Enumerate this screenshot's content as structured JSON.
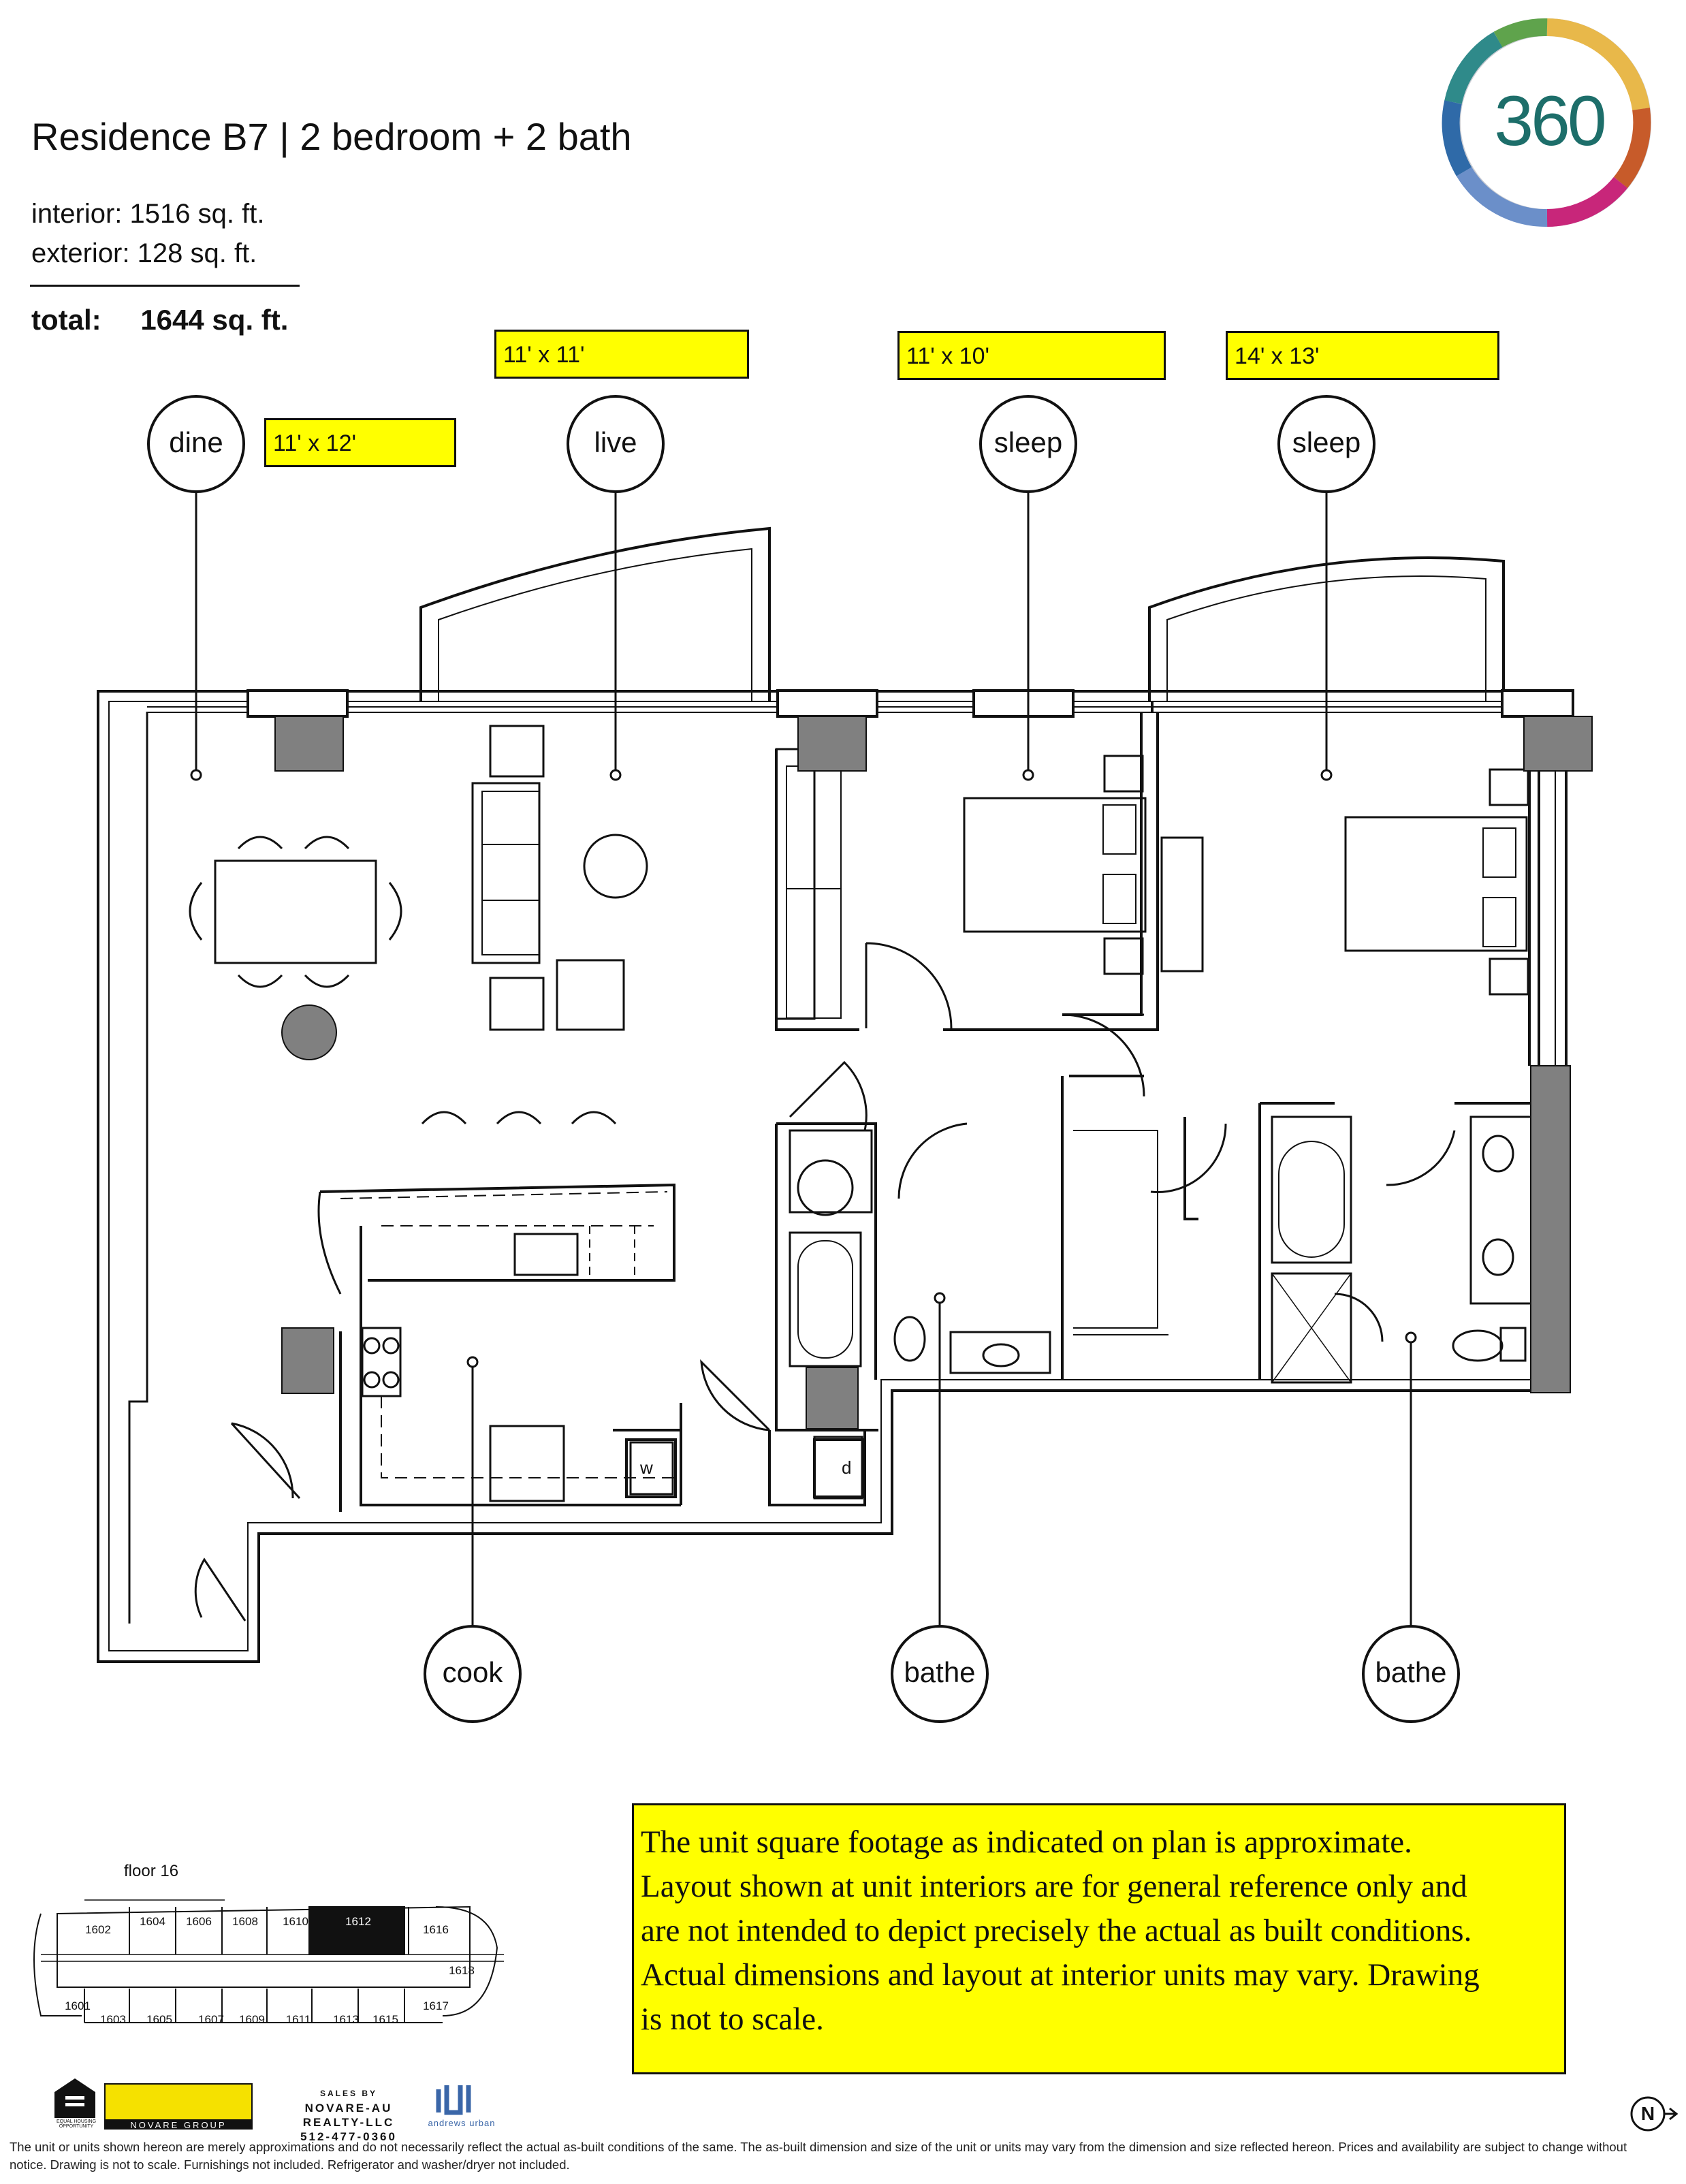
{
  "header": {
    "title": "Residence B7 | 2 bedroom + 2 bath",
    "interior_label": "interior:",
    "interior_value": "1516 sq. ft.",
    "exterior_label": "exterior:",
    "exterior_value": "128 sq. ft.",
    "total_label": "total:",
    "total_value": "1644 sq. ft."
  },
  "logo": {
    "text": "360"
  },
  "dimensions": {
    "dine": "11' x 12'",
    "live": "11' x 11'",
    "sleep_1": "11' x 10'",
    "sleep_2": "14' x 13'"
  },
  "rooms": {
    "dine": "dine",
    "live": "live",
    "sleep_1": "sleep",
    "sleep_2": "sleep",
    "cook": "cook",
    "bathe_1": "bathe",
    "bathe_2": "bathe"
  },
  "fixtures": {
    "washer": "w",
    "dryer": "d"
  },
  "keyplan": {
    "floor_label": "floor 16",
    "units": [
      "1602",
      "1604",
      "1606",
      "1608",
      "1610",
      "1612",
      "1616",
      "1618",
      "1617",
      "1601",
      "1603",
      "1605",
      "1607",
      "1609",
      "1611",
      "1613",
      "1615"
    ],
    "highlighted_unit": "1612"
  },
  "disclaimer": {
    "line1": "The unit square footage as indicated on plan is approximate.",
    "line2": "Layout shown at unit interiors are for general reference only and",
    "line3": "are not intended to depict precisely the actual as built conditions.",
    "line4": "Actual dimensions and layout at interior units may vary.  Drawing",
    "line5": "is not to scale."
  },
  "footer": {
    "eho_text": "EQUAL HOUSING OPPORTUNITY",
    "novare_group": "NOVARE GROUP",
    "sales_line1": "SALES BY",
    "sales_line2": "NOVARE-AU",
    "sales_line3": "REALTY-LLC",
    "sales_line4": "512-477-0360",
    "andrews_urban": "andrews urban",
    "north_label": "N",
    "fine_print": "The unit or units shown hereon are merely approximations and do not necessarily reflect the actual as-built conditions of the same. The as-built dimension and size of the unit or units may vary from the dimension and size reflected hereon. Prices and availability are subject to change without notice. Drawing is not to scale. Furnishings not included. Refrigerator and washer/dryer not included."
  },
  "colors": {
    "highlight": "#ffff00",
    "wall": "#111111",
    "column": "#808080",
    "logo_teal": "#1d6e6a"
  }
}
